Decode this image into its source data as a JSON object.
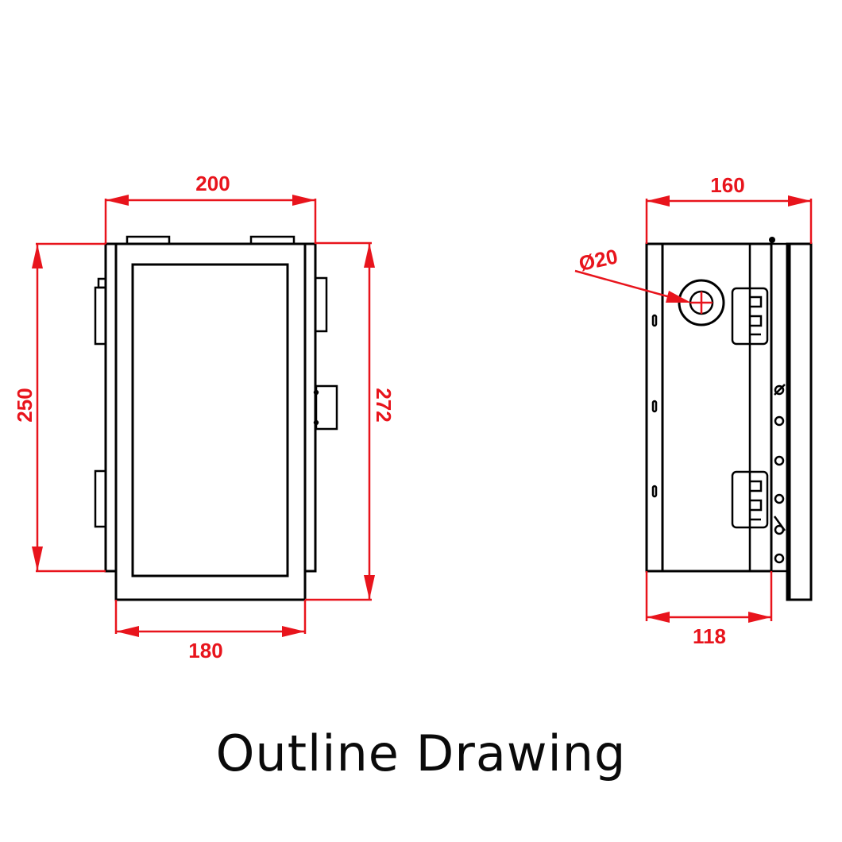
{
  "title": "Outline Drawing",
  "colors": {
    "dimension": "#e8141c",
    "outline": "#000000",
    "background": "#ffffff"
  },
  "front_view": {
    "dimensions": {
      "top_width": "200",
      "bottom_width": "180",
      "left_height": "250",
      "right_height": "272"
    }
  },
  "side_view": {
    "dimensions": {
      "top_depth": "160",
      "bottom_depth": "118",
      "hole_diameter": "Ø20"
    }
  }
}
